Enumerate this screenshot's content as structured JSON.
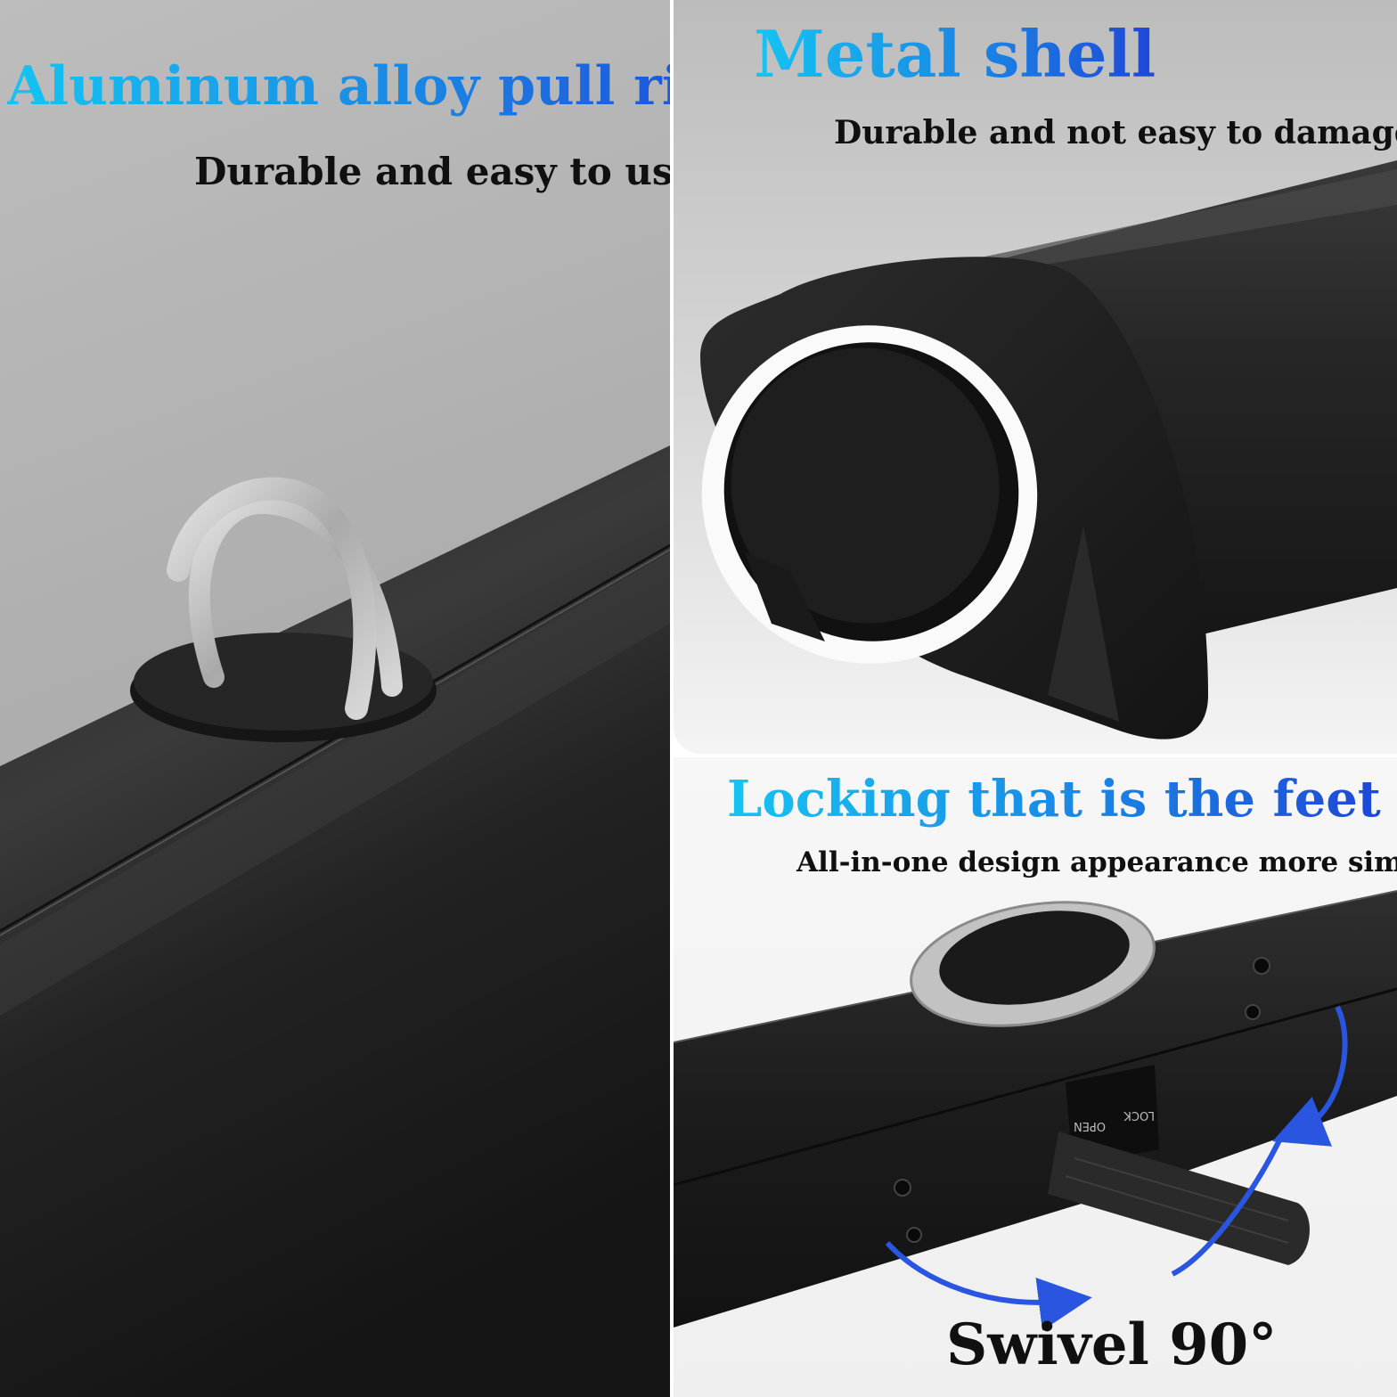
{
  "panels": {
    "pull_ring": {
      "title": "Aluminum alloy pull ring",
      "subtitle": "Durable and easy to use"
    },
    "shell": {
      "title": "Metal shell",
      "subtitle": "Durable and not easy to damage"
    },
    "feet": {
      "title": "Locking that is the feet",
      "subtitle": "All-in-one design appearance more simple",
      "caption": "Swivel 90°",
      "lock_labels": {
        "open": "OPEN",
        "lock": "LOCK"
      }
    }
  },
  "colors": {
    "title_gradient_start": "#15c4f2",
    "title_gradient_end": "#1f47d8",
    "arrow_blue": "#2a55e0",
    "product_black": "#222222",
    "ring_silver": "#c8c8c8"
  },
  "icons": [
    "pull-ring-icon",
    "rotation-arrow-icon"
  ]
}
